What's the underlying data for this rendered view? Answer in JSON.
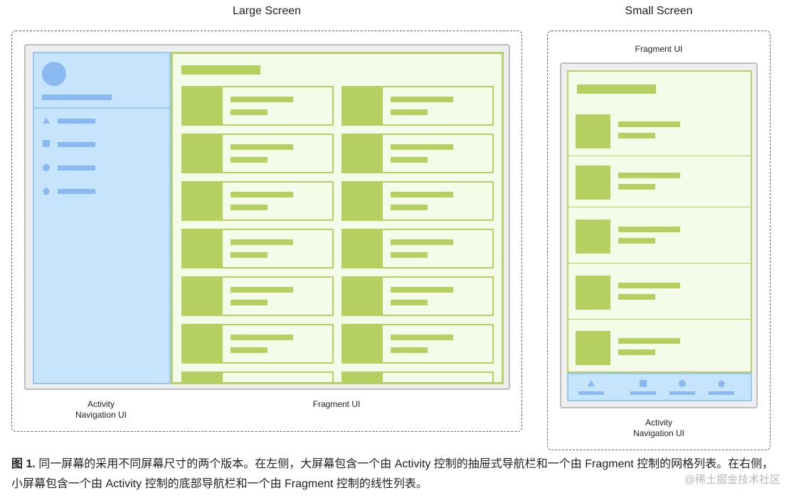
{
  "headings": {
    "large": "Large Screen",
    "small": "Small Screen"
  },
  "labels": {
    "large_activity_line1": "Activity",
    "large_activity_line2": "Navigation UI",
    "large_fragment": "Fragment UI",
    "small_fragment": "Fragment UI",
    "small_activity_line1": "Activity",
    "small_activity_line2": "Navigation UI"
  },
  "nav_icons": [
    "triangle-icon",
    "square-icon",
    "circle-icon",
    "pentagon-icon"
  ],
  "caption": {
    "figure_label": "图 1.",
    "text": " 同一屏幕的采用不同屏幕尺寸的两个版本。在左侧，大屏幕包含一个由 Activity 控制的抽屉式导航栏和一个由 Fragment 控制的网格列表。在右侧，小屏幕包含一个由 Activity 控制的底部导航栏和一个由 Fragment 控制的线性列表。"
  },
  "watermark": "@稀土掘金技术社区",
  "colors": {
    "nav_fill": "#c6e5fc",
    "nav_accent": "#8ab9f1",
    "fragment_fill": "#f4fbe9",
    "fragment_accent": "#b5cf61"
  }
}
